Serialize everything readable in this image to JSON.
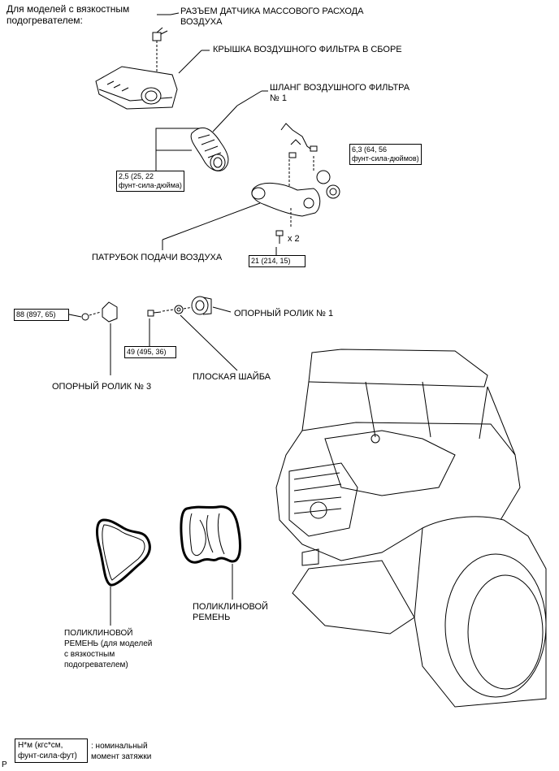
{
  "header": {
    "line1": "Для моделей с вязкостным",
    "line2": "подогревателем:"
  },
  "labels": {
    "maf_connector_1": "РАЗЪЕМ ДАТЧИКА МАССОВОГО РАСХОДА",
    "maf_connector_2": "ВОЗДУХА",
    "filter_cap": "КРЫШКА ВОЗДУШНОГО ФИЛЬТРА В СБОРЕ",
    "hose_1": "ШЛАНГ ВОЗДУШНОГО ФИЛЬТРА",
    "hose_2": "№ 1",
    "intake_pipe": "ПАТРУБОК ПОДАЧИ ВОЗДУХА",
    "idler_1": "ОПОРНЫЙ РОЛИК № 1",
    "idler_3": "ОПОРНЫЙ РОЛИК № 3",
    "flat_washer": "ПЛОСКАЯ ШАЙБА",
    "belt_1": "ПОЛИКЛИНОВОЙ",
    "belt_2": "РЕМЕНЬ",
    "belt_visc_1": "ПОЛИКЛИНОВОЙ",
    "belt_visc_2": "РЕМЕНЬ (для моделей",
    "belt_visc_3": "с вязкостным",
    "belt_visc_4": "подогревателем)",
    "bolt_count": "x 2"
  },
  "torque": {
    "hose_clamp_1": "2,5 (25, 22",
    "hose_clamp_2": "фунт-сила-дюйма)",
    "right_clamp_1": "6,3 (64, 56",
    "right_clamp_2": "фунт-сила-дюймов)",
    "pipe_bolt": "21 (214, 15)",
    "idler3_bolt": "88 (897, 65)",
    "idler1_bolt": "49 (495, 36)"
  },
  "legend": {
    "box_1": "Н*м (кгс*см,",
    "box_2": "фунт-сила-фут)",
    "text_1": ": номинальный",
    "text_2": "момент затяжки"
  },
  "corner_mark": "P"
}
